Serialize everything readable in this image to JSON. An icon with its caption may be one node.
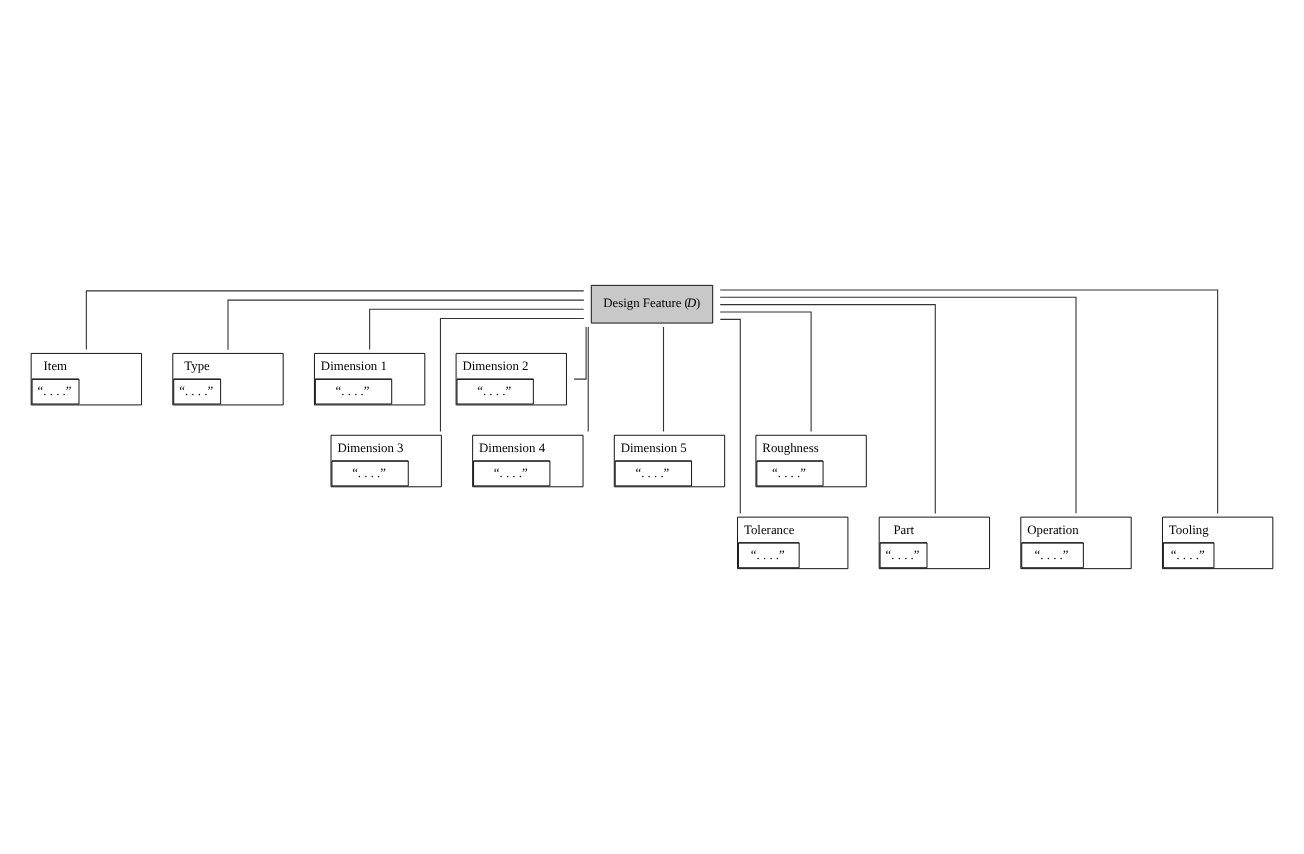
{
  "diagram": {
    "nodes": [
      {
        "text": [
          "Design Feature (*D*)"
        ]
      },
      {
        "text": [
          "Item",
          "“. . . .”"
        ]
      },
      {
        "text": [
          "Type",
          "“. . . .”"
        ]
      },
      {
        "text": [
          "Dimension 1",
          "“. . . .”"
        ]
      },
      {
        "text": [
          "Dimension 2",
          "“. . . .”"
        ]
      },
      {
        "text": [
          "Dimension 3",
          "“. . . .”"
        ]
      },
      {
        "text": [
          "Dimension 4",
          "“. . . .”"
        ]
      },
      {
        "text": [
          "Dimension 5",
          "“. . . .”"
        ]
      },
      {
        "text": [
          "Roughness",
          "“. . . .”"
        ]
      },
      {
        "text": [
          "Tolerance",
          "“. . . .”"
        ]
      },
      {
        "text": [
          "Part",
          "“. . . .”"
        ]
      },
      {
        "text": [
          "Operation",
          "“. . . .”"
        ]
      },
      {
        "text": [
          "Tooling",
          "“. . . .”"
        ]
      }
    ],
    "edges": [
      {
        "from": 0,
        "to": 1,
        "arrow": "none"
      },
      {
        "from": 0,
        "to": 2,
        "arrow": "none"
      },
      {
        "from": 0,
        "to": 3,
        "arrow": "none"
      },
      {
        "from": 0,
        "to": 4,
        "arrow": "none"
      },
      {
        "from": 0,
        "to": 5,
        "arrow": "none"
      },
      {
        "from": 0,
        "to": 6,
        "arrow": "none"
      },
      {
        "from": 0,
        "to": 7,
        "arrow": "none"
      },
      {
        "from": 0,
        "to": 8,
        "arrow": "none"
      },
      {
        "from": 0,
        "to": 9,
        "arrow": "none"
      },
      {
        "from": 0,
        "to": 10,
        "arrow": "none"
      },
      {
        "from": 0,
        "to": 11,
        "arrow": "none"
      },
      {
        "from": 0,
        "to": 12,
        "arrow": "none"
      }
    ]
  }
}
